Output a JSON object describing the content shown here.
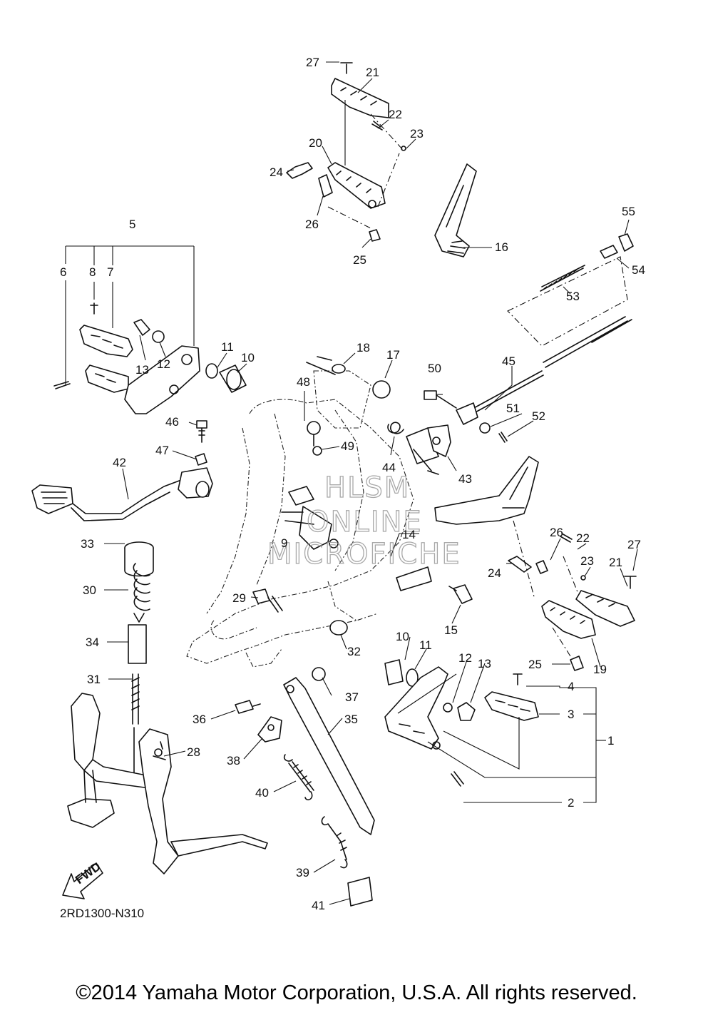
{
  "diagram_code": "2RD1300-N310",
  "fwd_label": "FWD",
  "watermark": [
    "HLSM",
    "ONLINE",
    "MICROFICHE"
  ],
  "copyright": "©2014 Yamaha Motor Corporation, U.S.A. All rights reserved.",
  "callouts": {
    "n1": "1",
    "n2": "2",
    "n3": "3",
    "n4": "4",
    "n5": "5",
    "n6": "6",
    "n7": "7",
    "n8": "8",
    "n9": "9",
    "n10a": "10",
    "n10b": "10",
    "n11a": "11",
    "n11b": "11",
    "n12a": "12",
    "n12b": "12",
    "n13a": "13",
    "n13b": "13",
    "n14": "14",
    "n15": "15",
    "n16": "16",
    "n17": "17",
    "n18": "18",
    "n19": "19",
    "n20": "20",
    "n21a": "21",
    "n21b": "21",
    "n22a": "22",
    "n22b": "22",
    "n23a": "23",
    "n23b": "23",
    "n24a": "24",
    "n24b": "24",
    "n25a": "25",
    "n25b": "25",
    "n26a": "26",
    "n26b": "26",
    "n27a": "27",
    "n27b": "27",
    "n28": "28",
    "n29": "29",
    "n30": "30",
    "n31": "31",
    "n32": "32",
    "n33": "33",
    "n34": "34",
    "n35": "35",
    "n36": "36",
    "n37": "37",
    "n38": "38",
    "n39": "39",
    "n40": "40",
    "n41": "41",
    "n42": "42",
    "n43": "43",
    "n44": "44",
    "n45": "45",
    "n46": "46",
    "n47": "47",
    "n48": "48",
    "n49": "49",
    "n50": "50",
    "n51": "51",
    "n52": "52",
    "n53": "53",
    "n54": "54",
    "n55": "55"
  }
}
